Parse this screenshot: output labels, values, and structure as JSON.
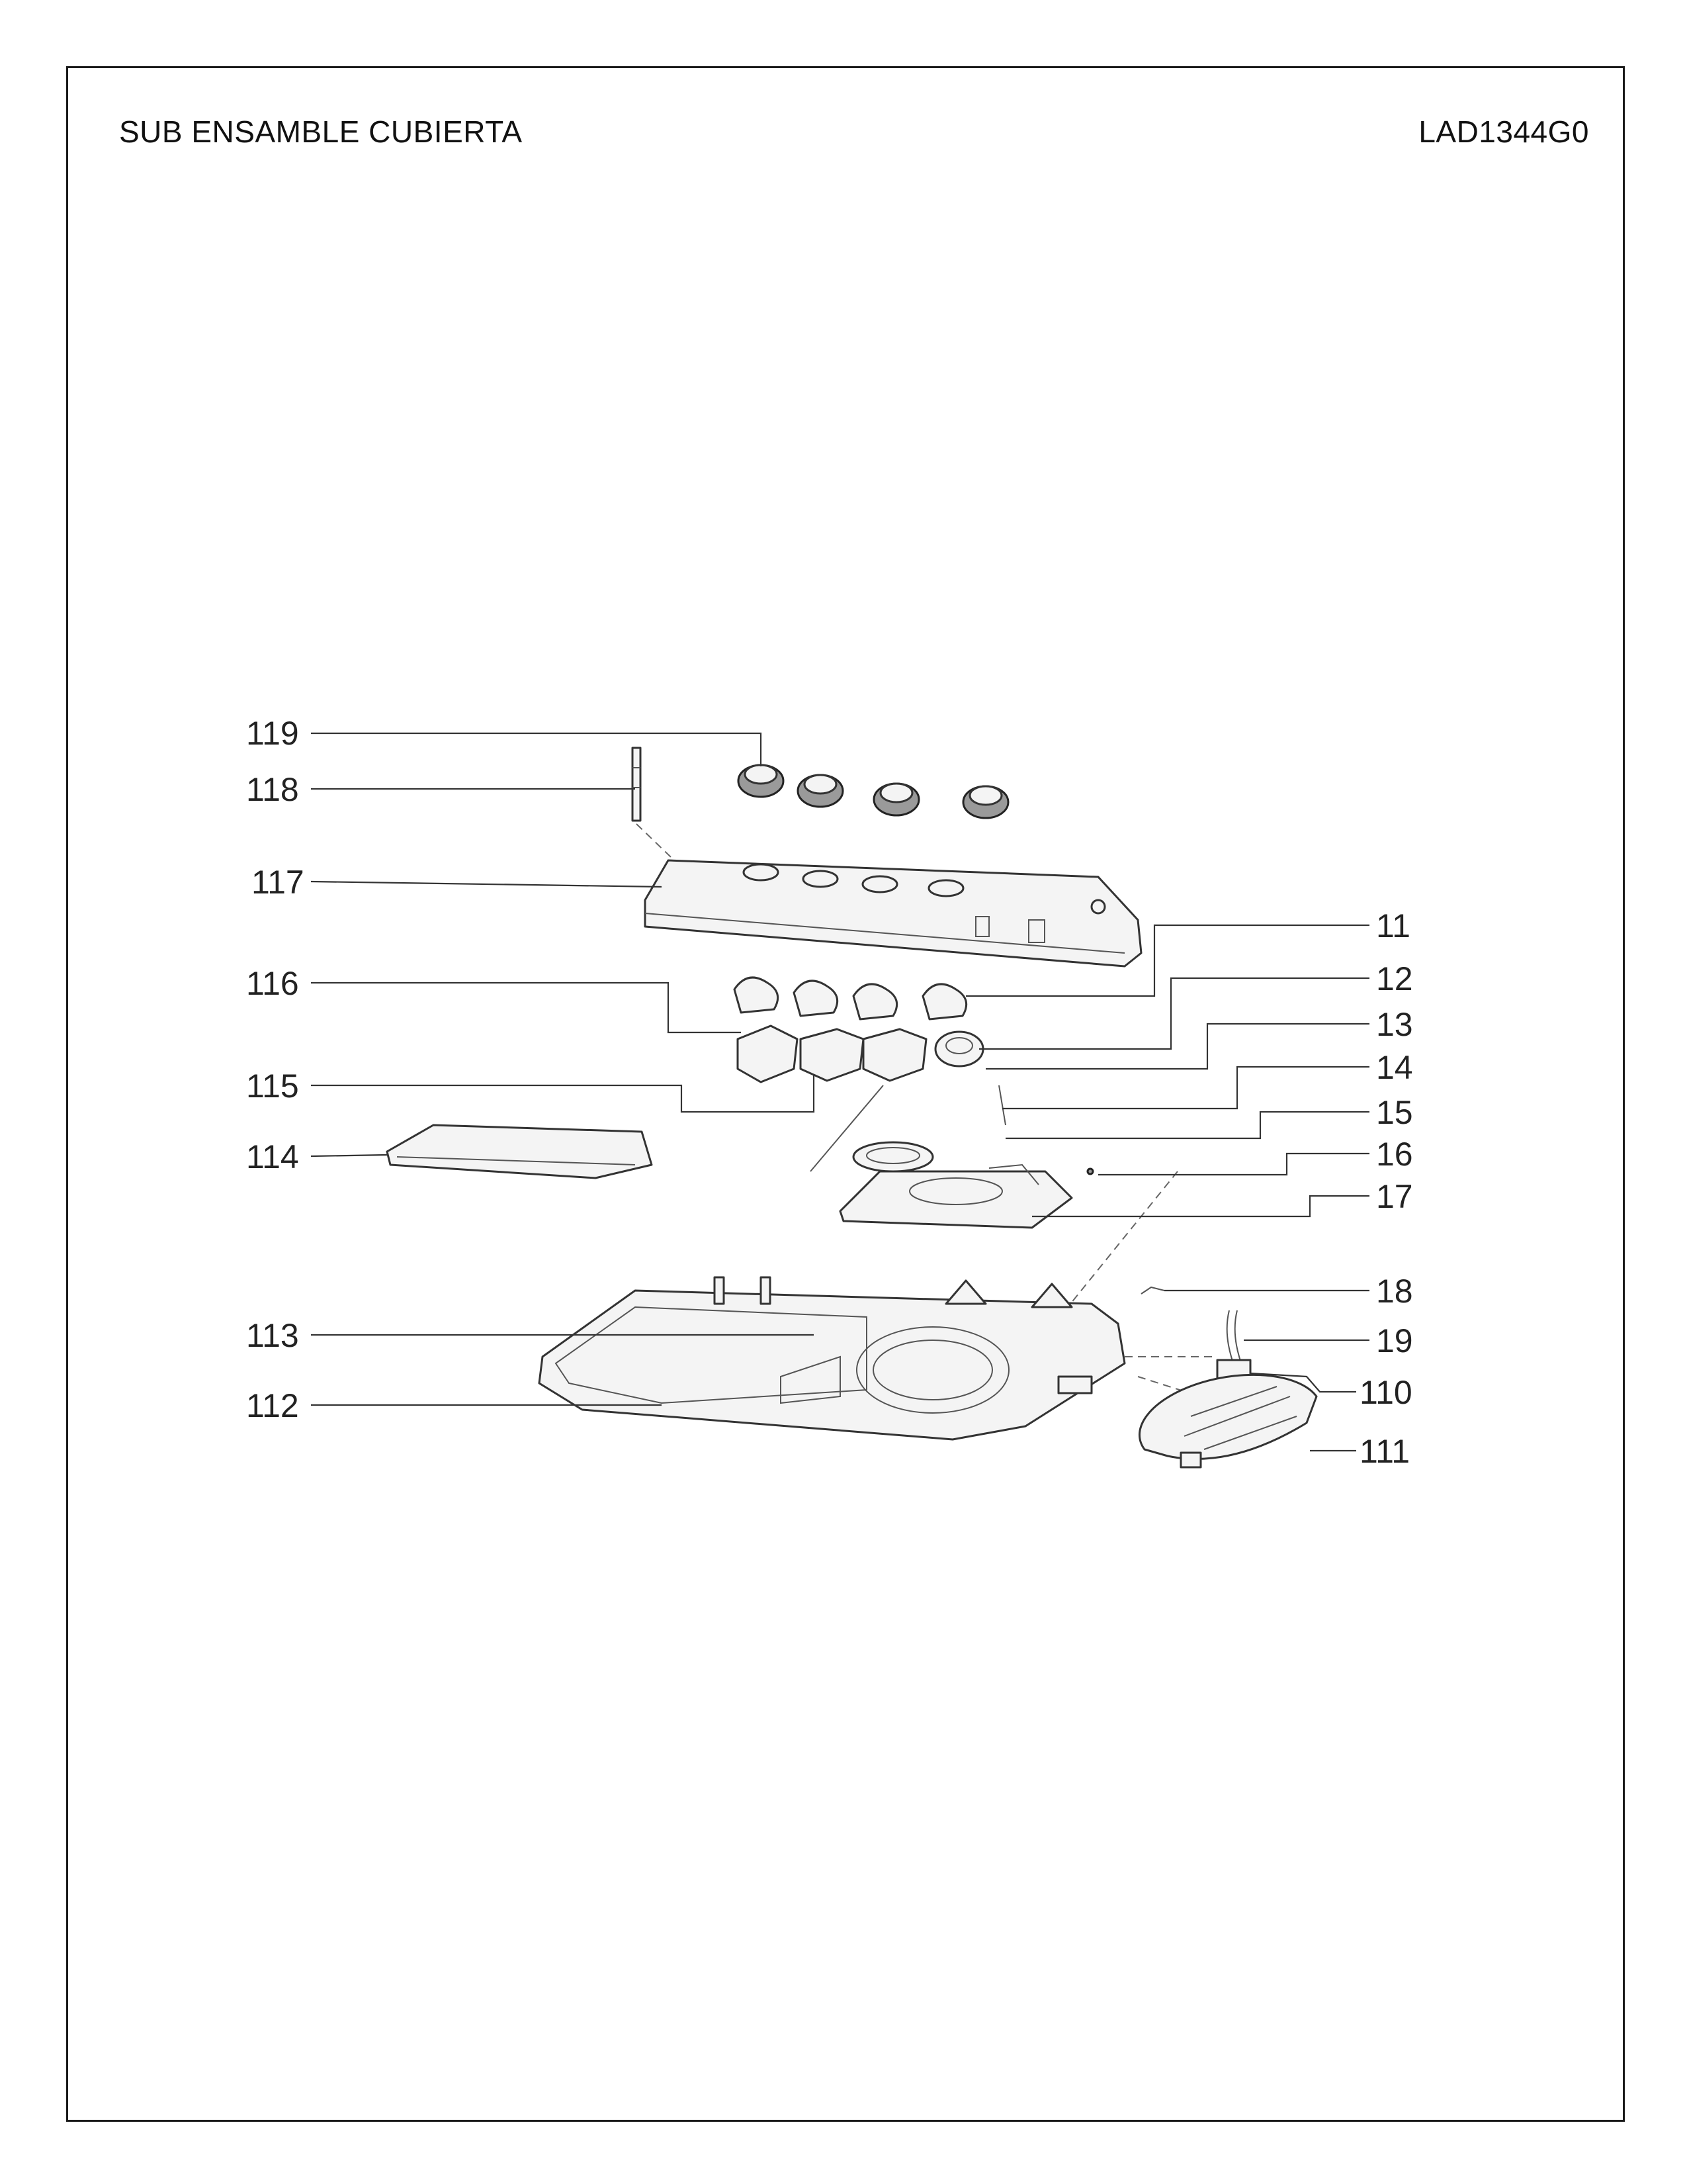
{
  "header": {
    "title": "SUB ENSAMBLE CUBIERTA",
    "model": "LAD1344G0"
  },
  "callouts": {
    "c119": "119",
    "c118": "118",
    "c117": "117",
    "c116": "116",
    "c115": "115",
    "c114": "114",
    "c113": "113",
    "c112": "112",
    "c11": "11",
    "c12": "12",
    "c13": "13",
    "c14": "14",
    "c15": "15",
    "c16": "16",
    "c17": "17",
    "c18": "18",
    "c19": "19",
    "c110": "110",
    "c111": "111"
  }
}
